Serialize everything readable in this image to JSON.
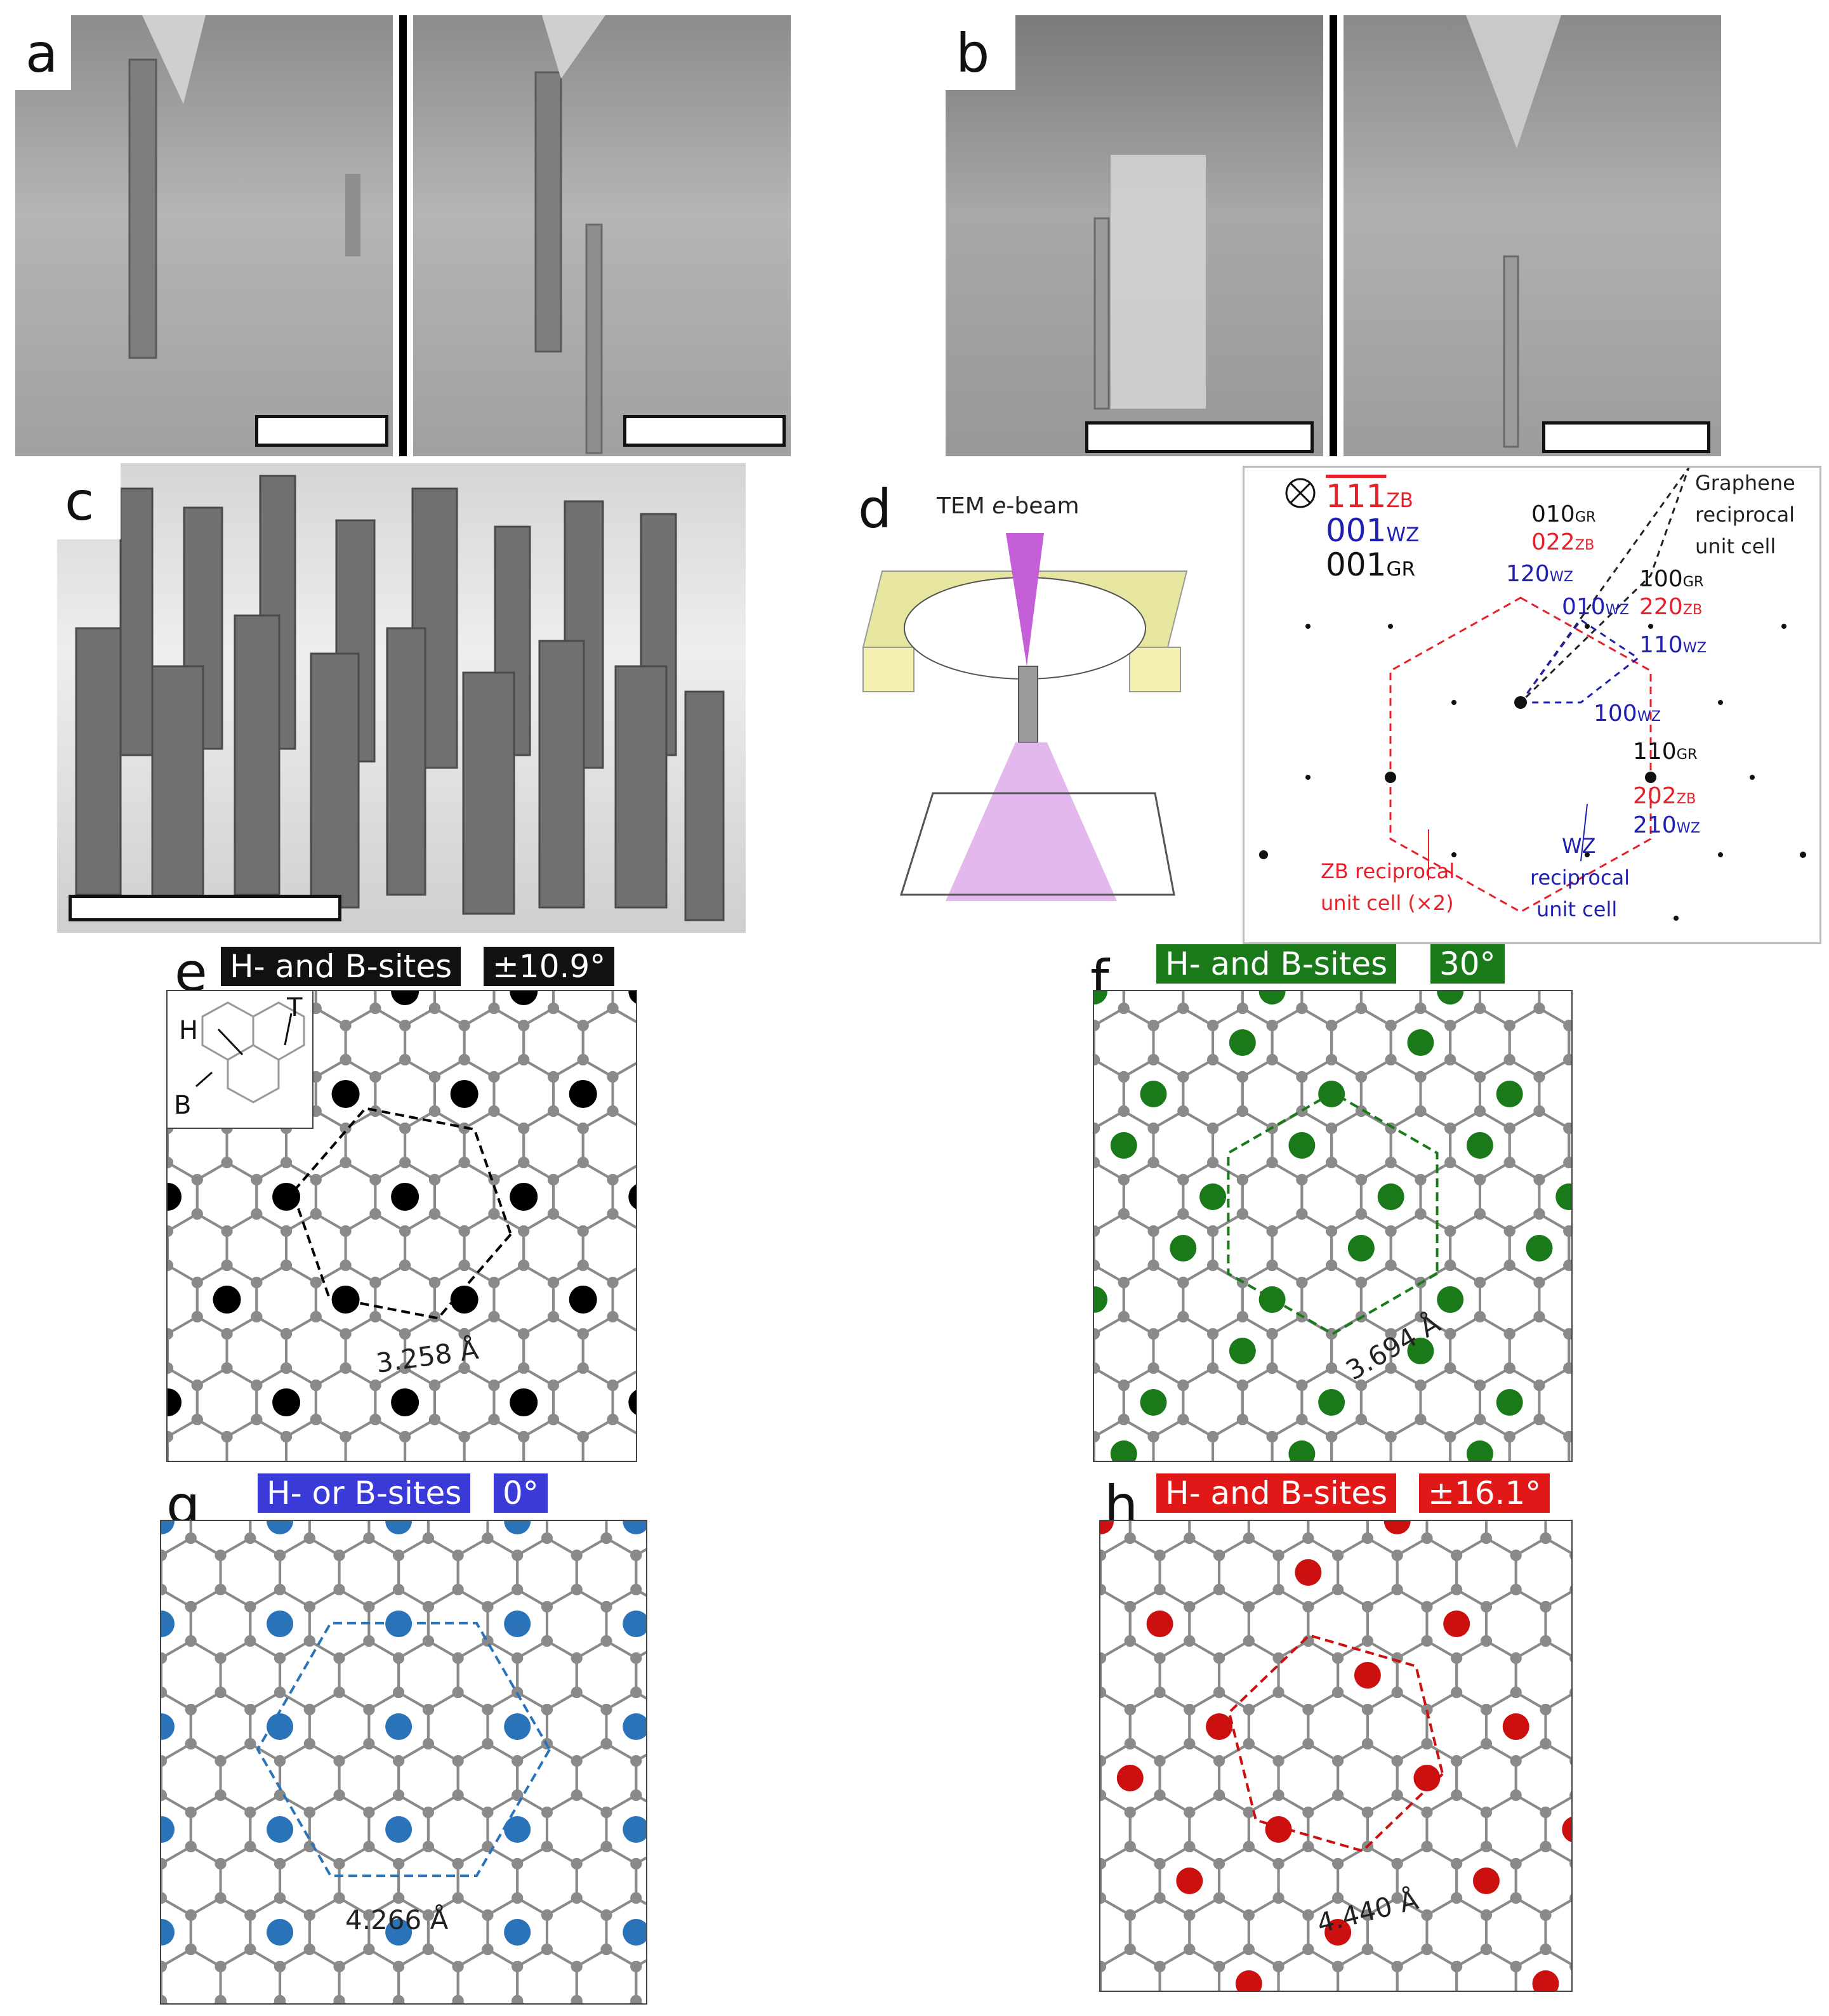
{
  "panels": {
    "a": {
      "label": "a"
    },
    "b": {
      "label": "b"
    },
    "c": {
      "label": "c"
    },
    "d": {
      "label": "d",
      "beam_label_pre": "TEM ",
      "beam_label_em": "e",
      "beam_label_post": "-beam",
      "zone_axes": {
        "zb": {
          "digits": "111",
          "suffix": "ZB"
        },
        "wz": {
          "digits": "001",
          "suffix": "WZ"
        },
        "gr": {
          "digits": "001",
          "suffix": "GR"
        }
      },
      "indices": {
        "i010gr": {
          "text": "010",
          "suffix": "GR"
        },
        "i02-2zb": {
          "text": "022",
          "suffix": "ZB"
        },
        "i-120wz": {
          "text": "120",
          "suffix": "WZ"
        },
        "i100gr": {
          "text": "100",
          "suffix": "GR"
        },
        "i010wz": {
          "text": "010",
          "suffix": "WZ"
        },
        "i-220zb": {
          "text": "220",
          "suffix": "ZB"
        },
        "i110wz": {
          "text": "110",
          "suffix": "WZ"
        },
        "i100wz": {
          "text": "100",
          "suffix": "WZ"
        },
        "i1-10gr": {
          "text": "110",
          "suffix": "GR"
        },
        "i-202zb": {
          "text": "202",
          "suffix": "ZB"
        },
        "i2-10wz": {
          "text": "210",
          "suffix": "WZ"
        }
      },
      "annotations": {
        "graphene_cell": [
          "Graphene",
          "reciprocal",
          "unit cell"
        ],
        "zb_cell": [
          "ZB reciprocal",
          "unit cell (×2)"
        ],
        "wz_cell": [
          "WZ",
          "reciprocal",
          "unit cell"
        ]
      },
      "colors": {
        "zb": "#e8202a",
        "wz": "#2020b0",
        "gr": "#111111"
      }
    },
    "e": {
      "label": "e",
      "tag": "H- and B-sites",
      "angle": "±10.9°",
      "distance": "3.258 Å",
      "inset": {
        "h": "H",
        "b": "B",
        "t": "T"
      },
      "color": "#000000"
    },
    "f": {
      "label": "f",
      "tag": "H- and B-sites",
      "angle": "30°",
      "distance": "3.694 Å",
      "color": "#1a7a1a"
    },
    "g": {
      "label": "g",
      "tag": "H- or B-sites",
      "angle": "0°",
      "distance": "4.266 Å",
      "color": "#2a73b8"
    },
    "h": {
      "label": "h",
      "tag": "H- and B-sites",
      "angle": "±16.1°",
      "distance": "4.440 Å",
      "color": "#cc1010"
    }
  }
}
